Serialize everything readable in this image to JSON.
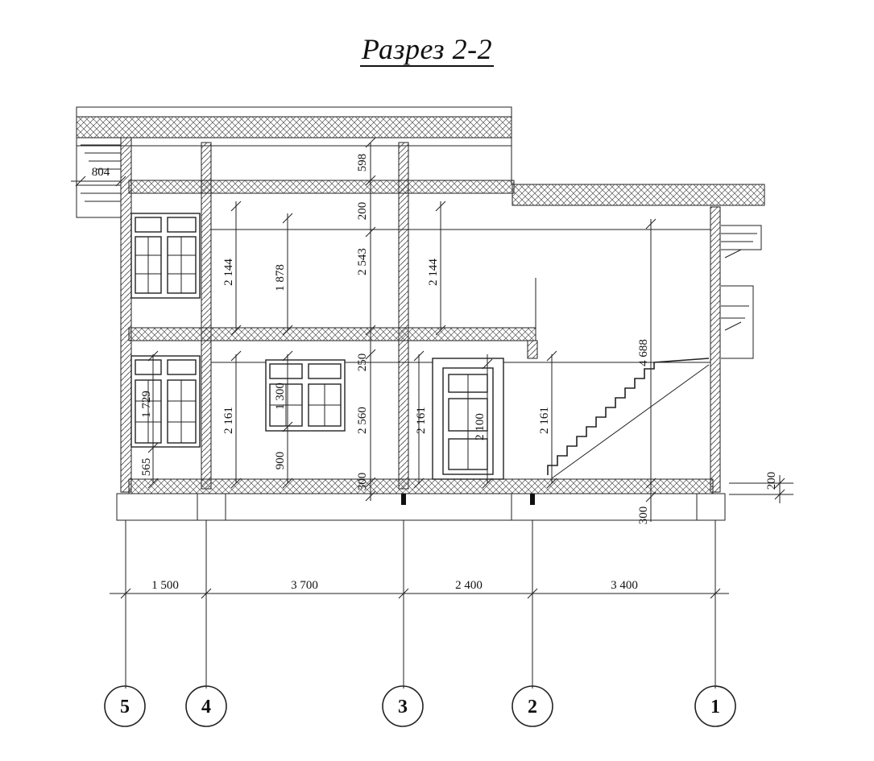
{
  "title": "Разрез 2-2",
  "axes": [
    {
      "label": "5"
    },
    {
      "label": "4"
    },
    {
      "label": "3"
    },
    {
      "label": "2"
    },
    {
      "label": "1"
    }
  ],
  "spans": [
    "1 500",
    "3 700",
    "2 400",
    "3 400"
  ],
  "dims": {
    "left_804": "804",
    "top_598": "598",
    "top_200": "200",
    "u_2144_a": "2 144",
    "u_1878": "1 878",
    "u_2543": "2 543",
    "u_2144_b": "2 144",
    "stair_4688": "4 688",
    "slab_250": "250",
    "g_1729": "1 729",
    "g_2161_a": "2 161",
    "g_1300": "1 300",
    "g_2560": "2 560",
    "g_2161_b": "2 161",
    "g_2100": "2 100",
    "g_2161_c": "2 161",
    "g_565": "565",
    "g_900": "900",
    "g_300_a": "300",
    "g_300_b": "300",
    "r_200": "200"
  }
}
